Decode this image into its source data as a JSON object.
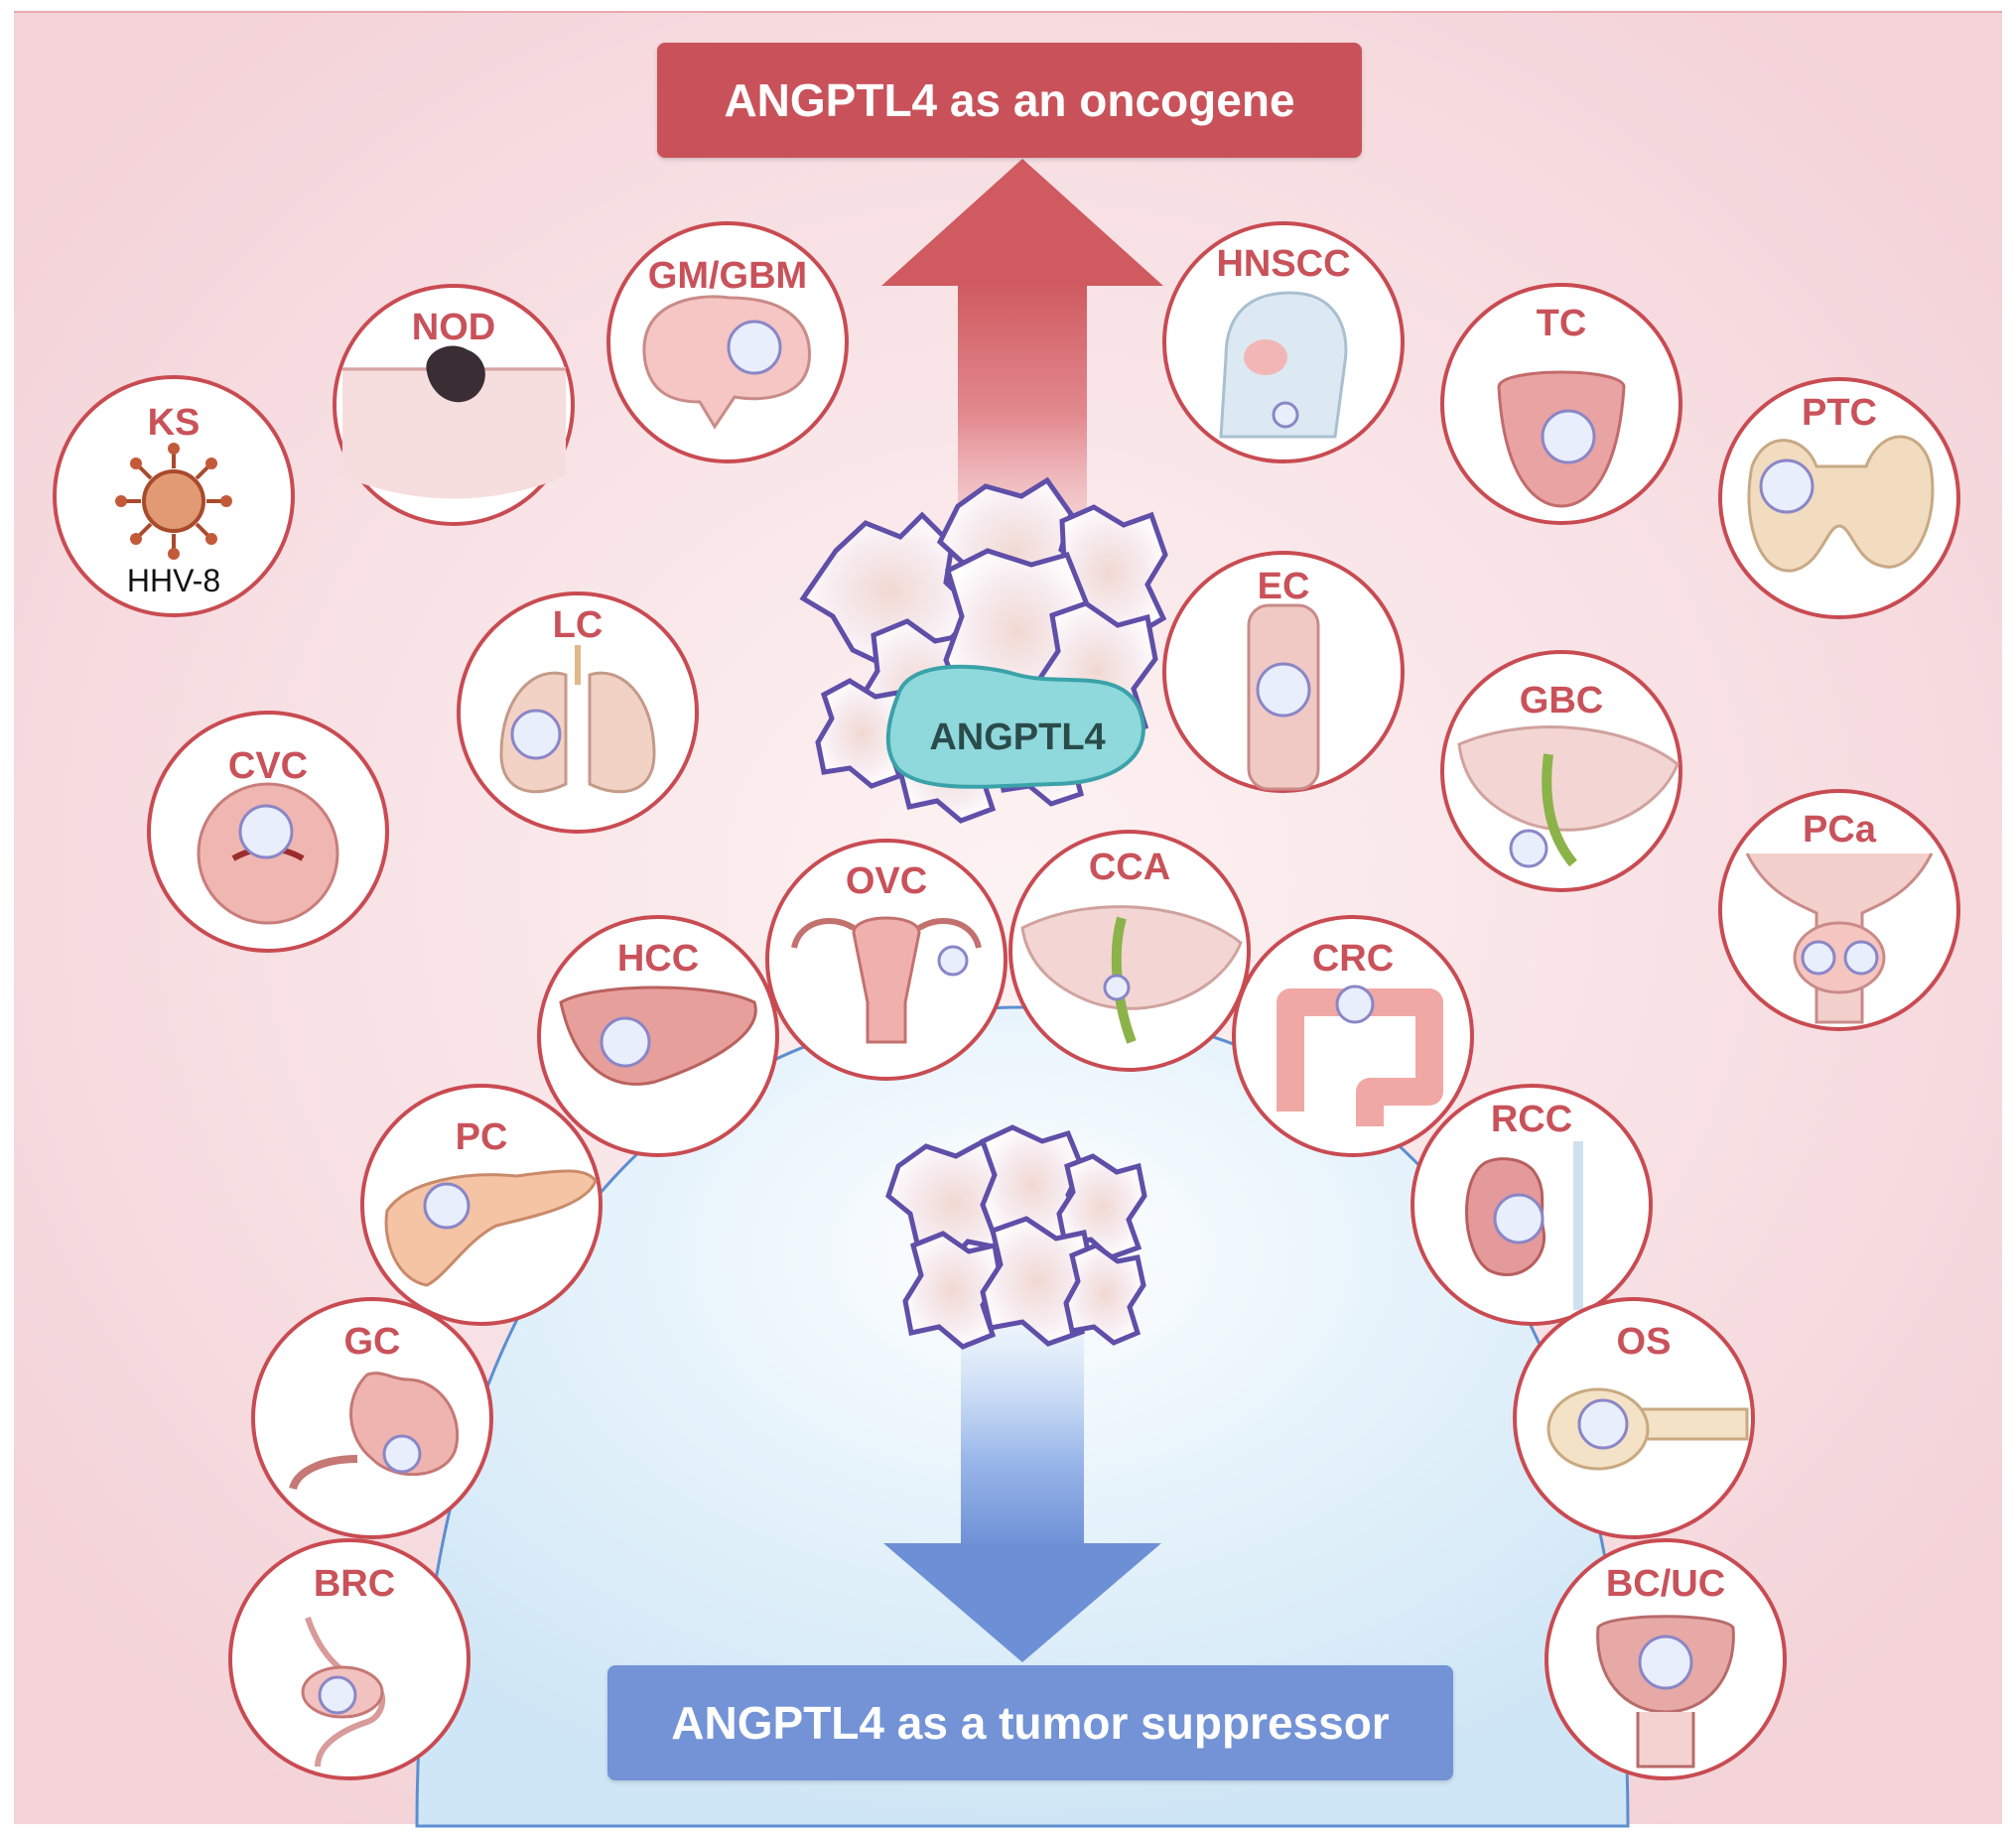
{
  "oncogene_banner": "ANGPTL4 as an oncogene",
  "suppressor_banner": "ANGPTL4 as a tumor suppressor",
  "center_protein_label": "ANGPTL4",
  "virus_label": "HHV-8",
  "colors": {
    "oncogene_red": "#c9525a",
    "suppressor_blue": "#7393d6",
    "label_red": "#c9525a",
    "protein_teal": "#8fd8dc",
    "cell_purple": "#5f4fa8"
  },
  "oncogene_cancers": [
    "KS",
    "NOD",
    "GM/GBM",
    "HNSCC",
    "TC",
    "PTC",
    "LC",
    "EC",
    "CVC",
    "GBC",
    "PCa"
  ],
  "dual_role_cancers": [
    "OVC",
    "CCA",
    "HCC",
    "CRC",
    "PC",
    "RCC",
    "GC",
    "OS",
    "BRC",
    "BC/UC"
  ]
}
